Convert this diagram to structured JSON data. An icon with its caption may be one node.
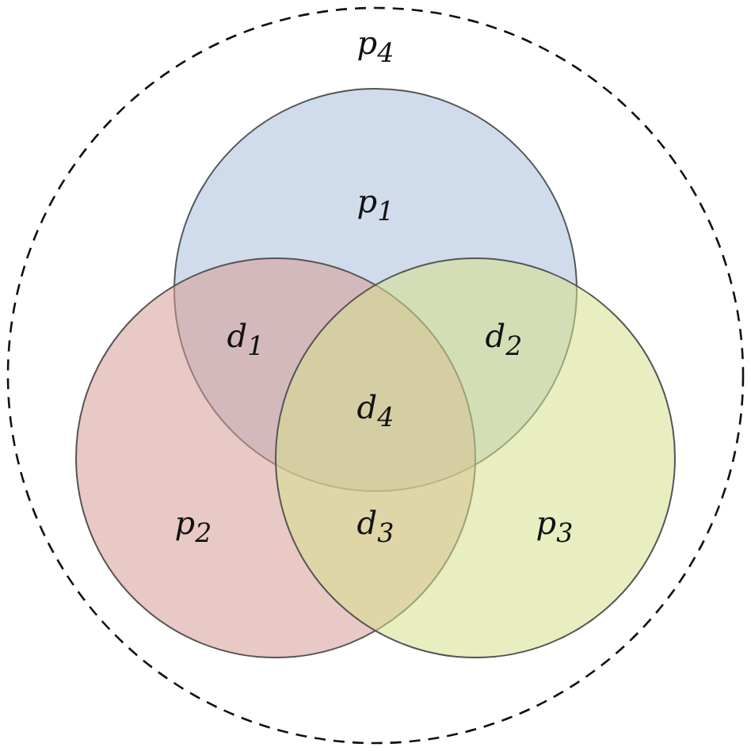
{
  "diagram": {
    "nodes": [
      {
        "text": [
          "p$_{4}$"
        ]
      },
      {
        "text": [
          "p$_{1}$"
        ],
        "in": 0
      },
      {
        "text": [
          "p$_{2}$"
        ],
        "in": 0
      },
      {
        "text": [
          "p$_{3}$"
        ],
        "in": 0
      }
    ],
    "labels": [
      "d$_{1}$",
      "d$_{2}$",
      "d$_{4}$",
      "d$_{3}$"
    ]
  }
}
